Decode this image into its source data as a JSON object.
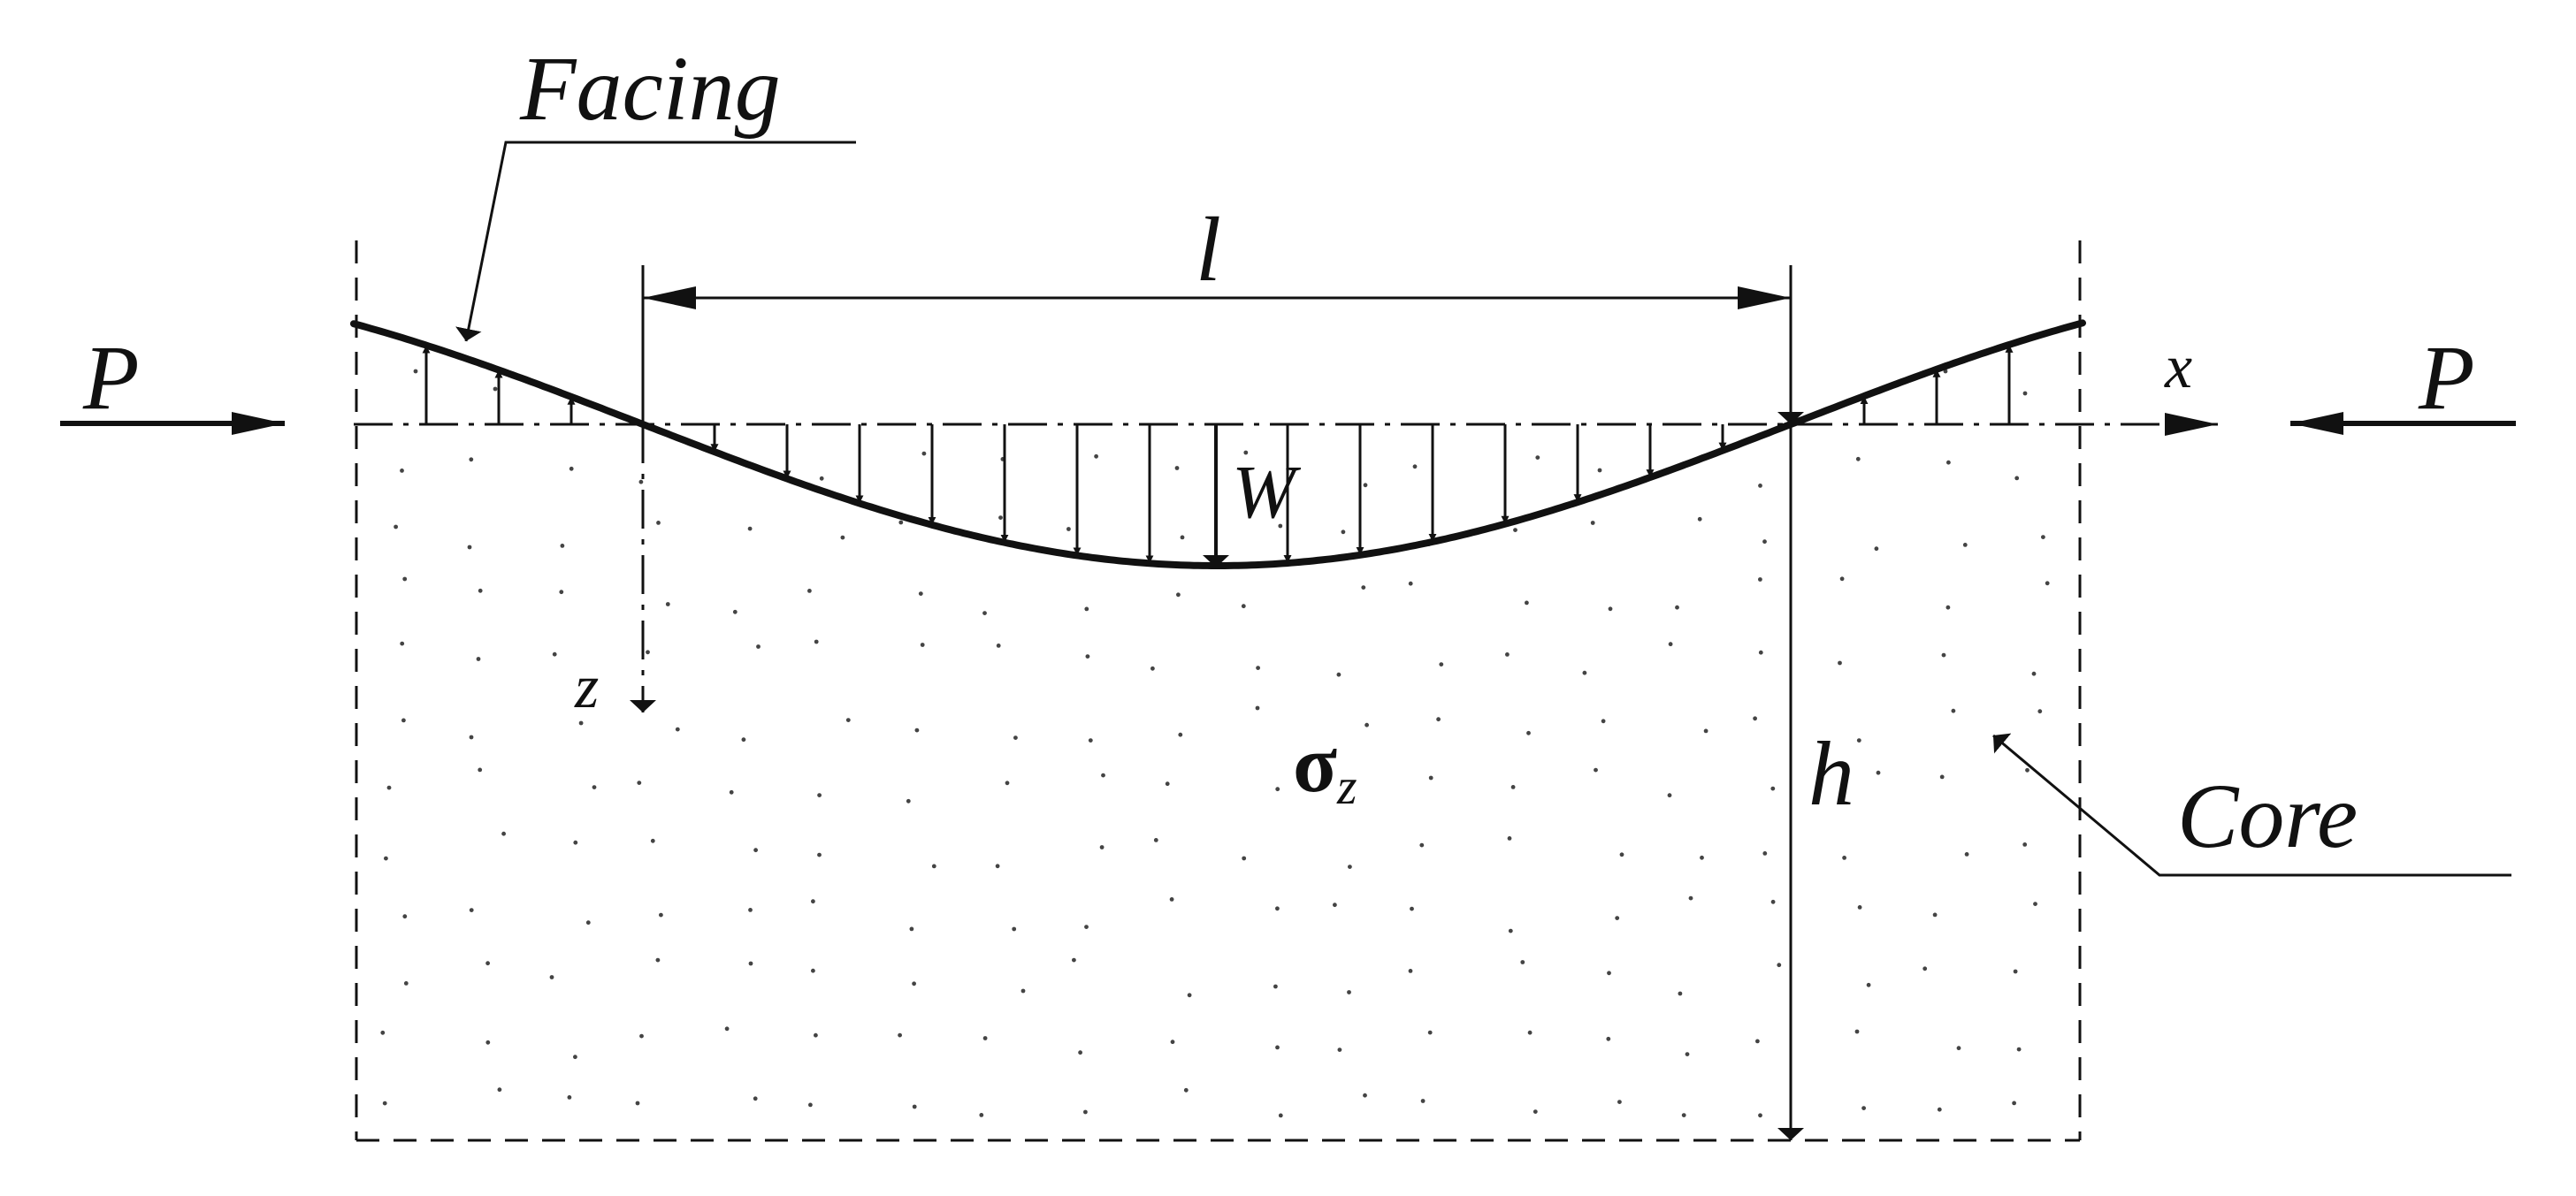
{
  "diagram": {
    "labels": {
      "facing": "Facing",
      "core": "Core",
      "span": "l",
      "load_left": "P",
      "load_right": "P",
      "axis_x": "x",
      "axis_z": "z",
      "deflection": "W",
      "height": "h",
      "stress_symbol": "σ",
      "stress_subscript": "z"
    },
    "colors": {
      "ink": "#111111",
      "background": "#ffffff",
      "dots": "#444444"
    }
  }
}
